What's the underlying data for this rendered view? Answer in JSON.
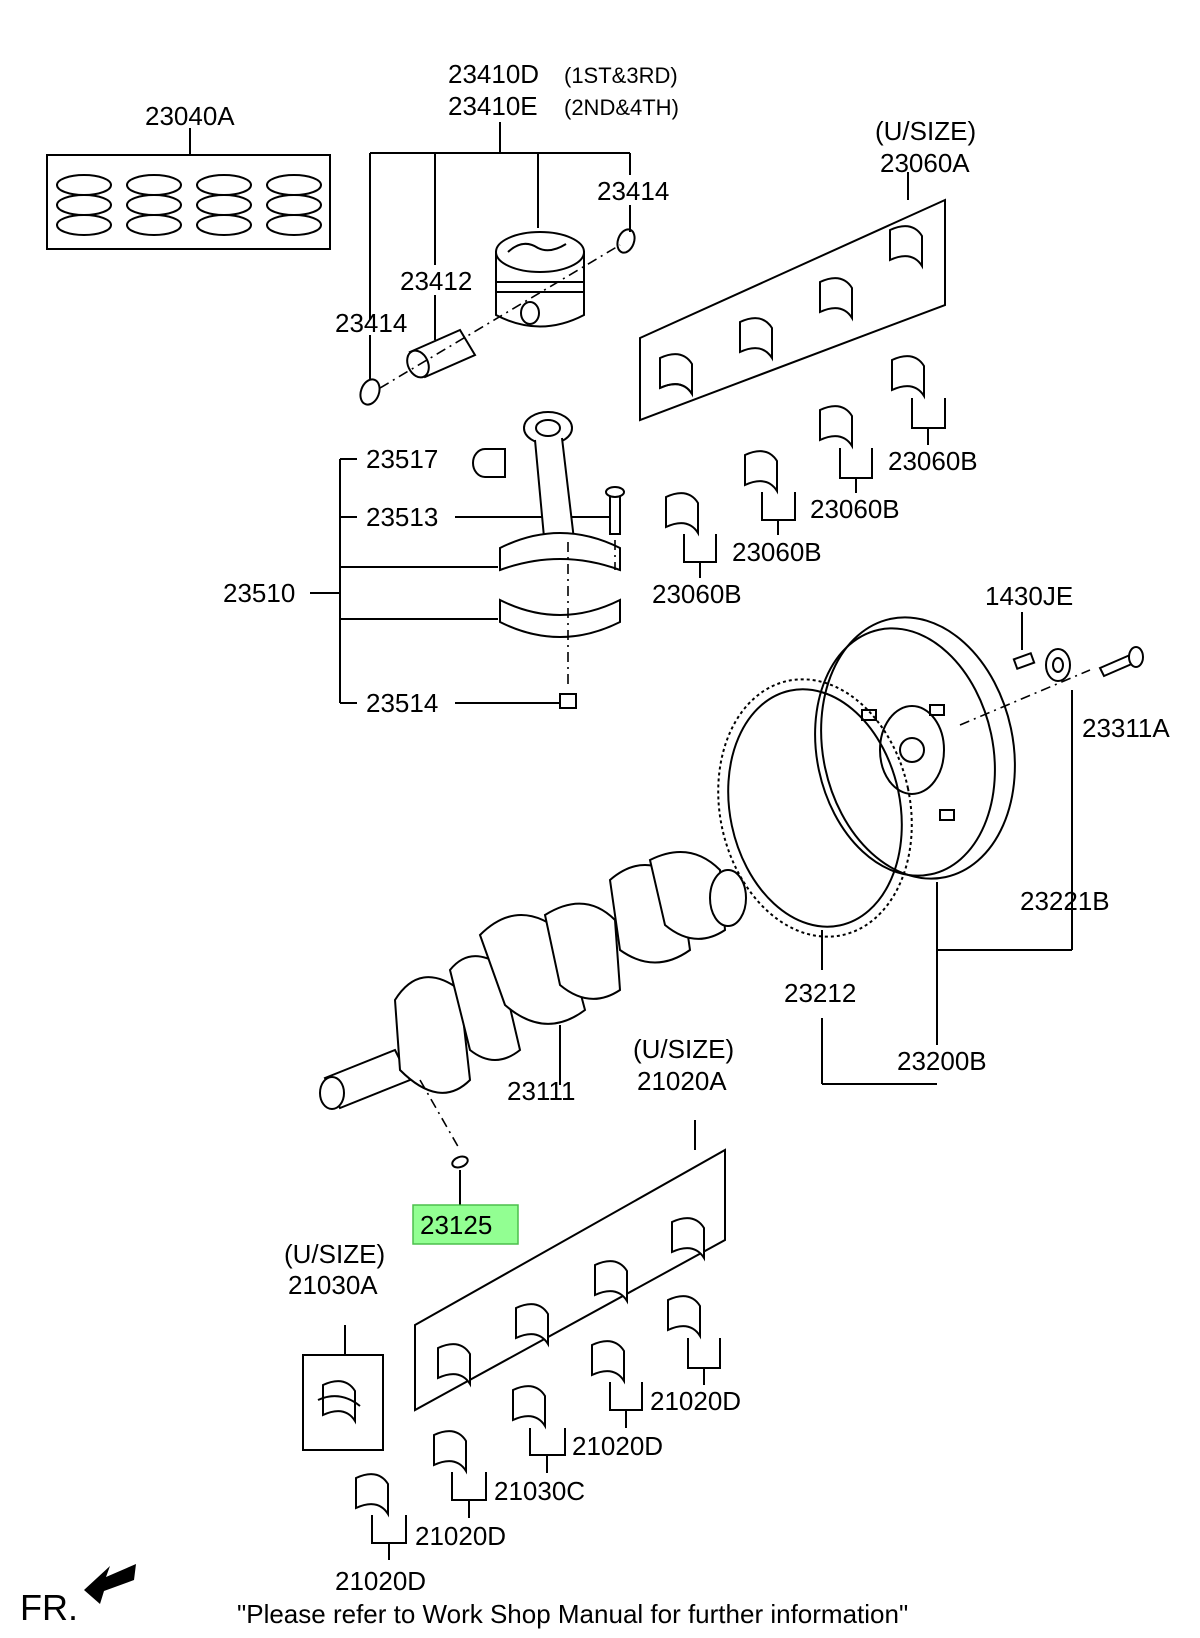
{
  "labels": {
    "rings": "23040A",
    "piston_1": "23410D",
    "piston_1_note": "(1ST&3RD)",
    "piston_2": "23410E",
    "piston_2_note": "(2ND&4TH)",
    "snap_ring_top": "23414",
    "snap_ring_left": "23414",
    "pin": "23412",
    "upper_bearing_usize": "(U/SIZE)",
    "upper_bearing_set": "23060A",
    "upper_bearing_b1": "23060B",
    "upper_bearing_b2": "23060B",
    "upper_bearing_b3": "23060B",
    "upper_bearing_b4": "23060B",
    "rod_bushing": "23517",
    "rod_bolt": "23513",
    "rod_assy": "23510",
    "rod_nut": "23514",
    "flywheel_bolt_a": "1430JE",
    "flywheel_bolt_b": "23311A",
    "flywheel_bushing": "23221B",
    "ring_gear": "23212",
    "flywheel": "23200B",
    "crankshaft": "23111",
    "key": "23125",
    "main_bearing_usize": "(U/SIZE)",
    "main_bearing_set": "21020A",
    "thrust_usize": "(U/SIZE)",
    "thrust_set": "21030A",
    "main_d1": "21020D",
    "main_d2": "21020D",
    "thrust_c": "21030C",
    "main_d3": "21020D",
    "main_d4": "21020D",
    "front": "FR.",
    "footer": "\"Please refer to Work Shop Manual for further information\""
  },
  "highlight": {
    "part": "23125",
    "color": "#7fff7f",
    "border": "#2db52d"
  }
}
